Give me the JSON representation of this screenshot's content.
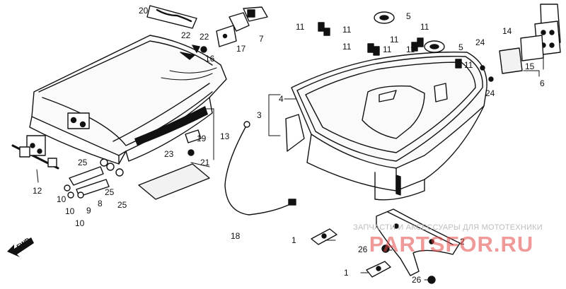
{
  "callouts": {
    "c1a": "1",
    "c1b": "1",
    "c2": "2",
    "c3": "3",
    "c4": "4",
    "c5a": "5",
    "c5b": "5",
    "c6": "6",
    "c7": "7",
    "c8": "8",
    "c9": "9",
    "c10a": "10",
    "c10b": "10",
    "c10c": "10",
    "c11a": "11",
    "c11b": "11",
    "c11c": "11",
    "c11d": "11",
    "c11e": "11",
    "c11f": "11",
    "c11g": "11",
    "c11h": "11",
    "c12": "12",
    "c13": "13",
    "c14": "14",
    "c15": "15",
    "c16": "16",
    "c17": "17",
    "c18": "18",
    "c19": "19",
    "c20": "20",
    "c21": "21",
    "c22a": "22",
    "c22b": "22",
    "c23": "23",
    "c24a": "24",
    "c24b": "24",
    "c25a": "25",
    "c25b": "25",
    "c25c": "25",
    "c26a": "26",
    "c26b": "26"
  },
  "fwd_label": "FWD",
  "watermark": {
    "line": "ЗАПЧАСТИ И АКСЕССУАРЫ ДЛЯ МОТОТЕХНИКИ",
    "logo": "PARTSFOR.RU"
  }
}
